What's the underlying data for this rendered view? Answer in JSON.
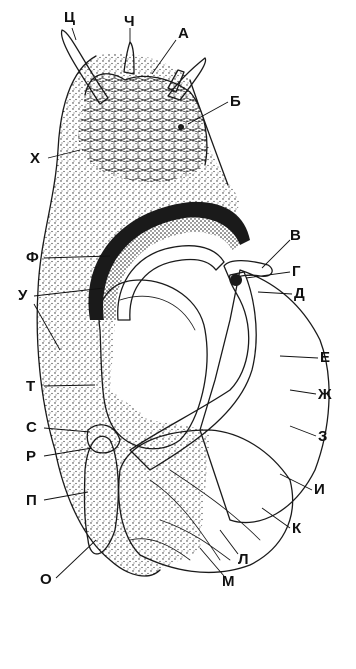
{
  "labels": {
    "a": "А",
    "b": "Б",
    "v": "В",
    "g": "Г",
    "d": "Д",
    "e": "Е",
    "zh": "Ж",
    "z": "З",
    "i": "И",
    "k": "К",
    "l": "Л",
    "m": "М",
    "o": "О",
    "p": "П",
    "r": "Р",
    "s": "С",
    "t": "Т",
    "u": "У",
    "f": "Ф",
    "kh": "Х",
    "ts": "Ц",
    "ch": "Ч"
  },
  "colors": {
    "ink": "#1a1a1a",
    "paper": "#ffffff",
    "stipple": "#2a2a2a"
  }
}
